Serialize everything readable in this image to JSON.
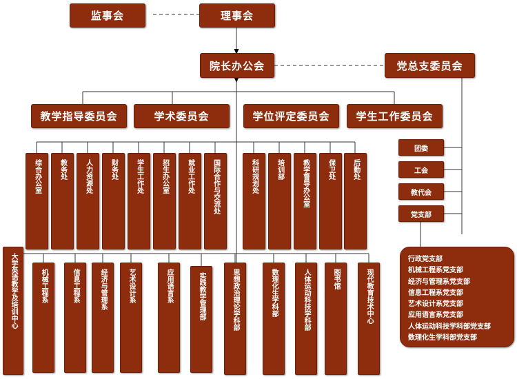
{
  "top": {
    "supervisory_board": "监事会",
    "board_of_directors": "理事会",
    "president_office": "院长办公会",
    "party_committee": "党总支委员会"
  },
  "committees": [
    "教学指导委员会",
    "学术委员会",
    "学位评定委员会",
    "学生工作委员会"
  ],
  "admin_offices": [
    "综合办公室",
    "教务处",
    "人力资源处",
    "财务处",
    "学生工作处",
    "招生办公室",
    "就业工作处",
    "国际合作与交流处",
    "科研规划处",
    "培训部",
    "教学督导办公室",
    "保卫处",
    "后勤处"
  ],
  "academic_units": [
    "大学英语教学及培训中心",
    "机械工程系",
    "信息工程系",
    "经济与管理系",
    "艺术设计系",
    "应用语言系",
    "实践教学管理部",
    "思想政治理论学科部",
    "数理化生学科部",
    "人体运动科技学科部",
    "图书馆",
    "现代教育技术中心"
  ],
  "party_units": [
    "团委",
    "工会",
    "教代会",
    "党支部"
  ],
  "party_branches": [
    "行政党支部",
    "机械工程系党支部",
    "经济与管理系党支部",
    "信息工程系党支部",
    "艺术设计系党支部",
    "应用语言系党支部",
    "人体运动科技学科部党支部",
    "数理化生学科部党支部"
  ],
  "colors": {
    "box_fill": "#8e2d0e",
    "box_text": "#ffffff",
    "line": "#333333"
  }
}
